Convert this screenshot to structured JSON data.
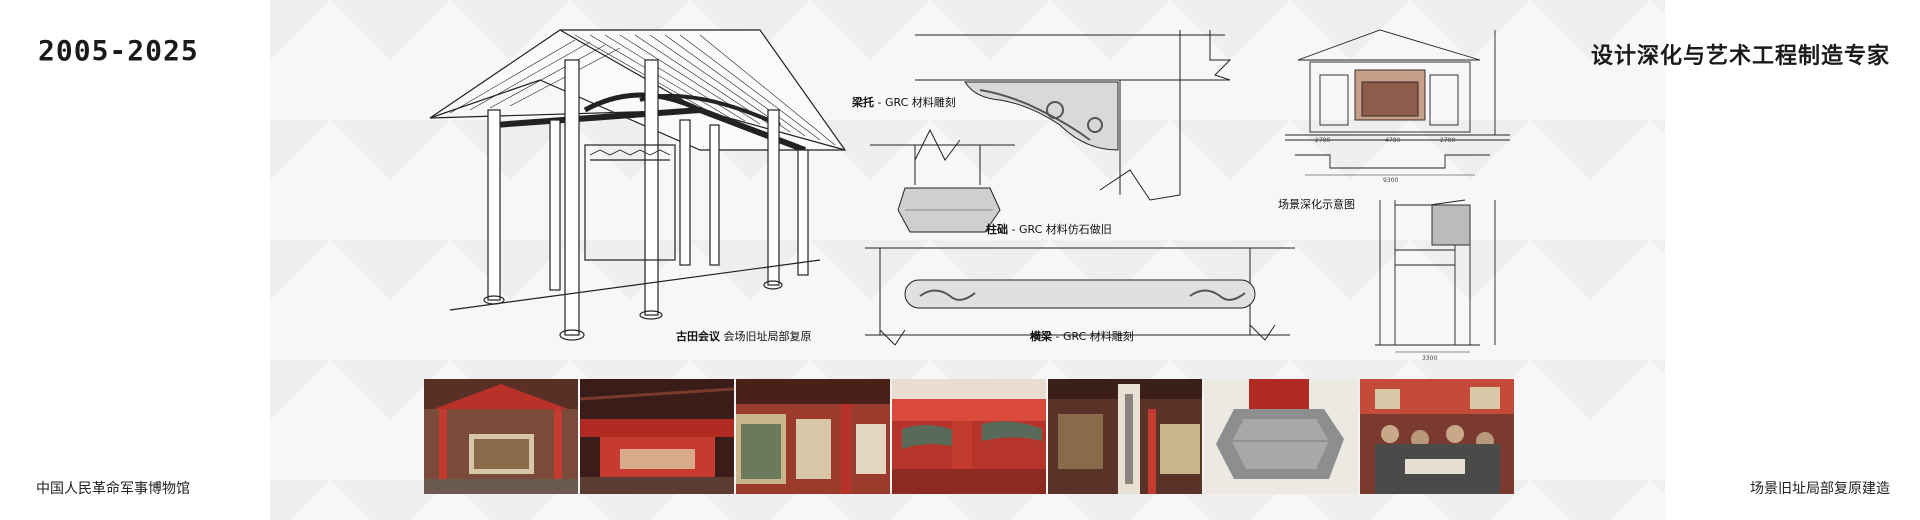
{
  "header": {
    "years": "2005-2025",
    "slogan": "设计深化与艺术工程制造专家"
  },
  "footer": {
    "museum": "中国人民革命军事博物馆",
    "scene": "场景旧址局部复原建造"
  },
  "captions": {
    "gutian_bold": "古田会议",
    "gutian_rest": " 会场旧址局部复原",
    "liangtuo_bold": "梁托",
    "liangtuo_rest": " - GRC 材料雕刻",
    "zhuchu_bold": "柱础",
    "zhuchu_rest": " - GRC 材料仿石做旧",
    "hengliang_bold": "横梁",
    "hengliang_rest": " - GRC 材料雕刻",
    "scene_diagram": "场景深化示意图"
  },
  "dimensions": {
    "elev_a": "2780",
    "elev_b": "4780",
    "elev_c": "2780",
    "elev_total": "9300",
    "section_w": "3300"
  },
  "photos": [
    {
      "name": "photo-hall-entrance"
    },
    {
      "name": "photo-ceiling-beams"
    },
    {
      "name": "photo-corridor-murals"
    },
    {
      "name": "photo-carved-bracket"
    },
    {
      "name": "photo-calligraphy-column"
    },
    {
      "name": "photo-stone-base"
    },
    {
      "name": "photo-meeting-scene"
    }
  ]
}
